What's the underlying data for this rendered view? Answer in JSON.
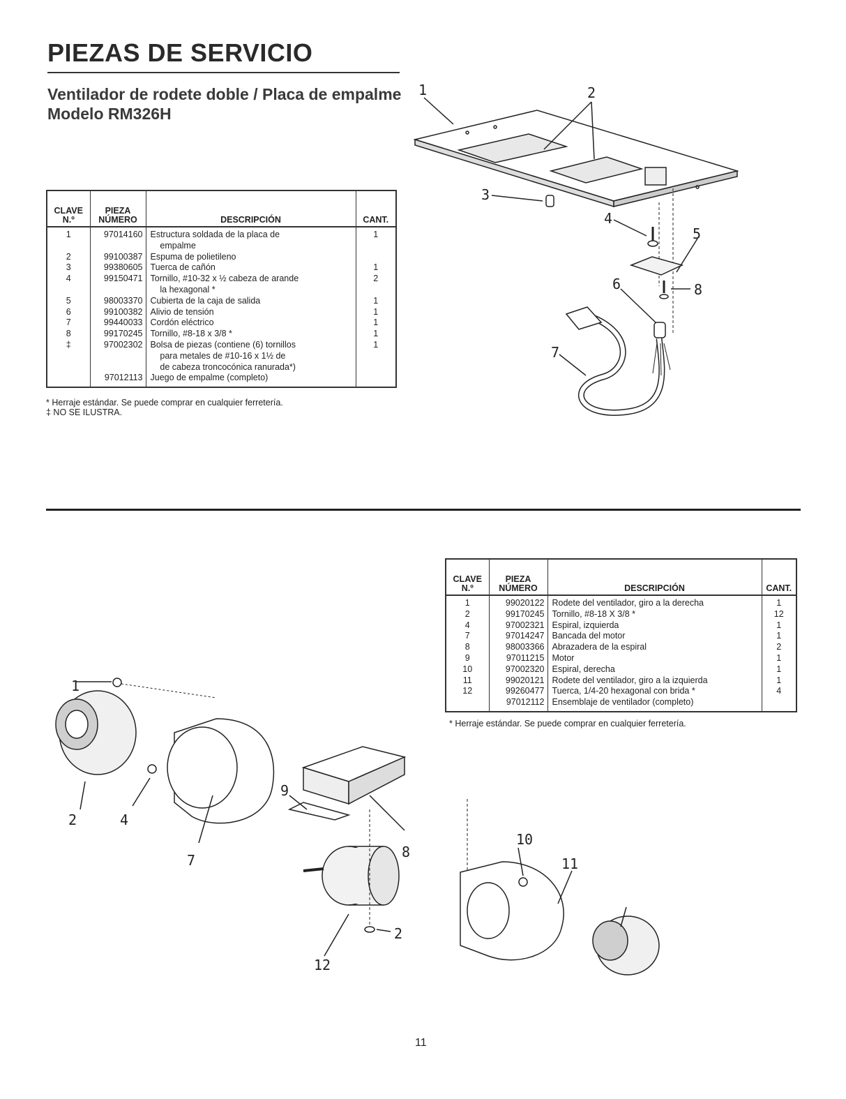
{
  "page": {
    "title": "PIEZAS DE SERVICIO",
    "subtitle_line1": "Ventilador de rodete doble / Placa de empalme",
    "subtitle_line2": "Modelo RM326H",
    "page_number": "11"
  },
  "table1": {
    "headers": {
      "clave_line1": "CLAVE",
      "clave_line2": "N.º",
      "pieza_line1": "PIEZA",
      "pieza_line2": "NÚMERO",
      "descripcion": "DESCRIPCIÓN",
      "cant": "CANT."
    },
    "rows": [
      {
        "clave": "1",
        "numero": "97014160",
        "descripcion": "Estructura soldada de la placa de",
        "cant": "1"
      },
      {
        "clave": "",
        "numero": "",
        "descripcion": "    empalme",
        "cant": ""
      },
      {
        "clave": "2",
        "numero": "99100387",
        "descripcion": "Espuma de polietileno",
        "cant": ""
      },
      {
        "clave": "3",
        "numero": "99380605",
        "descripcion": "Tuerca de cañón",
        "cant": "1"
      },
      {
        "clave": "4",
        "numero": "99150471",
        "descripcion": "Tornillo, #10-32 x ½ cabeza de arande",
        "cant": "2"
      },
      {
        "clave": "",
        "numero": "",
        "descripcion": "    la hexagonal *",
        "cant": ""
      },
      {
        "clave": "5",
        "numero": "98003370",
        "descripcion": "Cubierta de la caja de salida",
        "cant": "1"
      },
      {
        "clave": "6",
        "numero": "99100382",
        "descripcion": "Alivio de tensión",
        "cant": "1"
      },
      {
        "clave": "7",
        "numero": "99440033",
        "descripcion": "Cordón eléctrico",
        "cant": "1"
      },
      {
        "clave": "8",
        "numero": "99170245",
        "descripcion": "Tornillo, #8-18 x 3/8 *",
        "cant": "1"
      },
      {
        "clave": "‡",
        "numero": "97002302",
        "descripcion": "Bolsa de piezas (contiene (6) tornillos",
        "cant": "1"
      },
      {
        "clave": "",
        "numero": "",
        "descripcion": "    para metales de #10-16 x 1½ de",
        "cant": ""
      },
      {
        "clave": "",
        "numero": "",
        "descripcion": "    de cabeza troncocónica ranurada*)",
        "cant": ""
      },
      {
        "clave": "",
        "numero": "97012113",
        "descripcion": "Juego de empalme (completo)",
        "cant": ""
      }
    ],
    "footnote1": "* Herraje estándar. Se puede comprar en cualquier ferretería.",
    "footnote2": "‡ NO SE ILUSTRA."
  },
  "table2": {
    "headers": {
      "clave_line1": "CLAVE",
      "clave_line2": "N.º",
      "pieza_line1": "PIEZA",
      "pieza_line2": "NÚMERO",
      "descripcion": "DESCRIPCIÓN",
      "cant": "CANT."
    },
    "rows": [
      {
        "clave": "1",
        "numero": "99020122",
        "descripcion": "Rodete del ventilador, giro a la derecha",
        "cant": "1"
      },
      {
        "clave": "2",
        "numero": "99170245",
        "descripcion": "Tornillo, #8-18 X 3/8 *",
        "cant": "12"
      },
      {
        "clave": "4",
        "numero": "97002321",
        "descripcion": "Espiral, izquierda",
        "cant": "1"
      },
      {
        "clave": "7",
        "numero": "97014247",
        "descripcion": "Bancada del motor",
        "cant": "1"
      },
      {
        "clave": "8",
        "numero": "98003366",
        "descripcion": "Abrazadera de la espiral",
        "cant": "2"
      },
      {
        "clave": "9",
        "numero": "97011215",
        "descripcion": "Motor",
        "cant": "1"
      },
      {
        "clave": "10",
        "numero": "97002320",
        "descripcion": "Espiral, derecha",
        "cant": "1"
      },
      {
        "clave": "11",
        "numero": "99020121",
        "descripcion": "Rodete del ventilador, giro a la izquierda",
        "cant": "1"
      },
      {
        "clave": "12",
        "numero": "99260477",
        "descripcion": "Tuerca, 1/4-20 hexagonal con brida *",
        "cant": "4"
      },
      {
        "clave": "",
        "numero": "97012112",
        "descripcion": "Ensemblaje de ventilador (completo)",
        "cant": ""
      }
    ],
    "footnote1": "* Herraje estándar. Se puede comprar en cualquier ferretería."
  },
  "diagram_top_callouts": [
    "1",
    "2",
    "3",
    "4",
    "5",
    "6",
    "7",
    "8"
  ],
  "diagram_bottom_callouts": [
    "1",
    "2",
    "4",
    "7",
    "8",
    "9",
    "12",
    "2",
    "10",
    "11"
  ]
}
